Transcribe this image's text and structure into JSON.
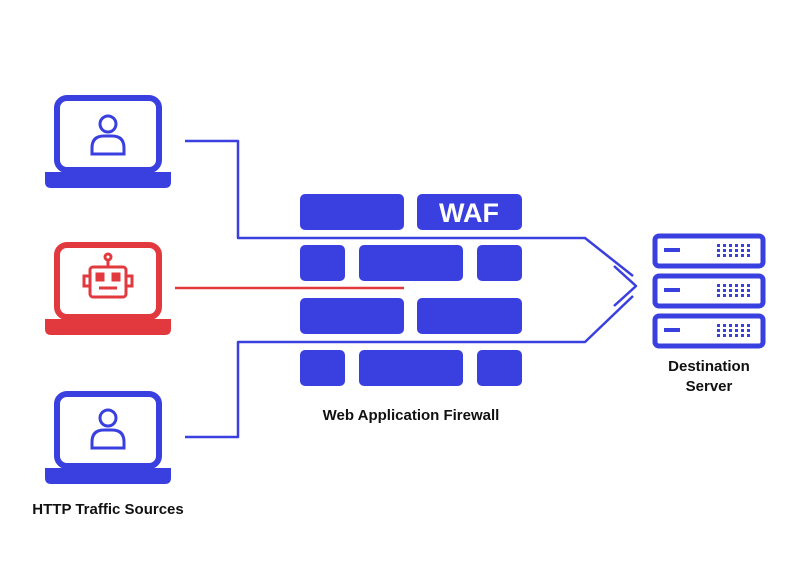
{
  "colors": {
    "primary": "#3a3fe0",
    "bot": "#e2393f",
    "text": "#111111",
    "background": "#ffffff"
  },
  "icons": {
    "user_laptop": "laptop-user-icon",
    "bot_laptop": "laptop-robot-icon",
    "server": "server-rack-icon"
  },
  "firewall": {
    "badge": "WAF",
    "label": "Web Application Firewall"
  },
  "sources": {
    "label": "HTTP Traffic Sources",
    "items": [
      {
        "kind": "user",
        "traffic": "allowed"
      },
      {
        "kind": "bot",
        "traffic": "blocked"
      },
      {
        "kind": "user",
        "traffic": "allowed"
      }
    ]
  },
  "server": {
    "label_line1": "Destination",
    "label_line2": "Server"
  }
}
